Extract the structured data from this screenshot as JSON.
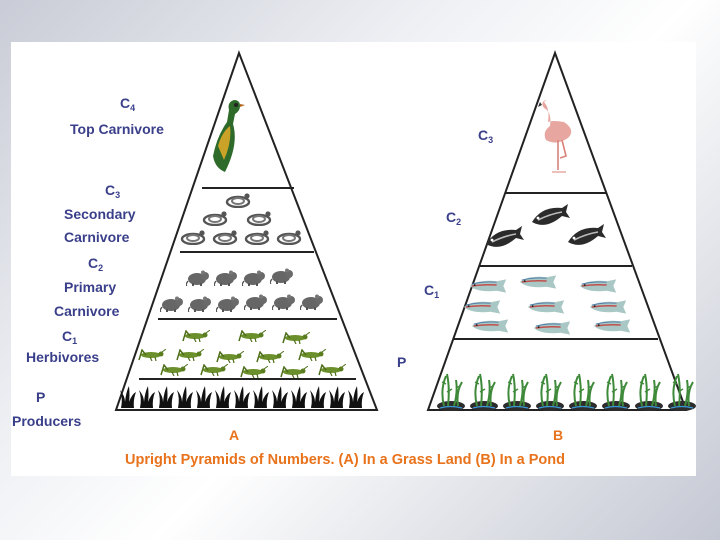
{
  "pyramid_a": {
    "letter": "A",
    "levels": [
      {
        "code": "C",
        "sub": "4",
        "name": "Top Carnivore"
      },
      {
        "code": "C",
        "sub": "3",
        "name": "Secondary Carnivore"
      },
      {
        "code": "C",
        "sub": "2",
        "name": "Primary Carnivore"
      },
      {
        "code": "C",
        "sub": "1",
        "name": "Herbivores"
      },
      {
        "code": "P",
        "sub": "",
        "name": "Producers"
      }
    ],
    "icons": [
      "peacock-icon",
      "snake-icon",
      "rat-icon",
      "grasshopper-icon",
      "grass-icon"
    ]
  },
  "pyramid_b": {
    "letter": "B",
    "levels": [
      {
        "code": "C",
        "sub": "3"
      },
      {
        "code": "C",
        "sub": "2"
      },
      {
        "code": "C",
        "sub": "1"
      },
      {
        "code": "P",
        "sub": ""
      }
    ],
    "icons": [
      "flamingo-icon",
      "large-fish-icon",
      "small-fish-icon",
      "water-plant-icon"
    ]
  },
  "caption": "Upright Pyramids of Numbers. (A) In a Grass Land (B) In a Pond",
  "colors": {
    "label": "#3a3f8a",
    "caption": "#e8731c",
    "pyramid_fill": "#ffffff",
    "pyramid_stroke": "#222222"
  }
}
